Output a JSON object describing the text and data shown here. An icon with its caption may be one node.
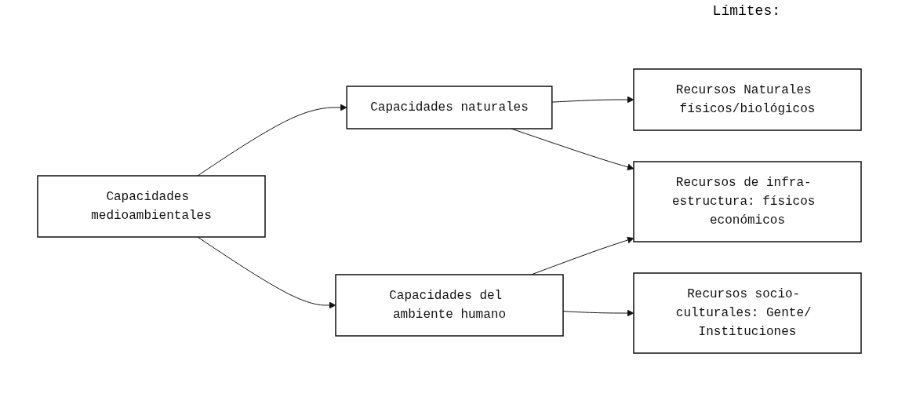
{
  "diagram": {
    "nodes": [
      {
        "text": [
          "Capacidades medioambientales"
        ]
      },
      {
        "text": [
          "Capacidades naturales"
        ]
      },
      {
        "text": [
          "Capacidades del ambiente humano"
        ]
      },
      {
        "text": [
          "Recursos Naturales físicos/biológicos"
        ]
      },
      {
        "text": [
          "Recursos de infra- estructura: físicos económicos"
        ]
      },
      {
        "text": [
          "Recursos socio- culturales: Gente/ Instituciones"
        ]
      }
    ],
    "edges": [
      {
        "from": 0,
        "to": 1,
        "arrow": "to"
      },
      {
        "from": 0,
        "to": 2,
        "arrow": "to"
      },
      {
        "from": 1,
        "to": 3,
        "arrow": "to"
      },
      {
        "from": 1,
        "to": 4,
        "arrow": "to"
      },
      {
        "from": 2,
        "to": 4,
        "arrow": "to"
      },
      {
        "from": 2,
        "to": 5,
        "arrow": "to"
      }
    ],
    "labels": [
      "Límites:"
    ]
  }
}
